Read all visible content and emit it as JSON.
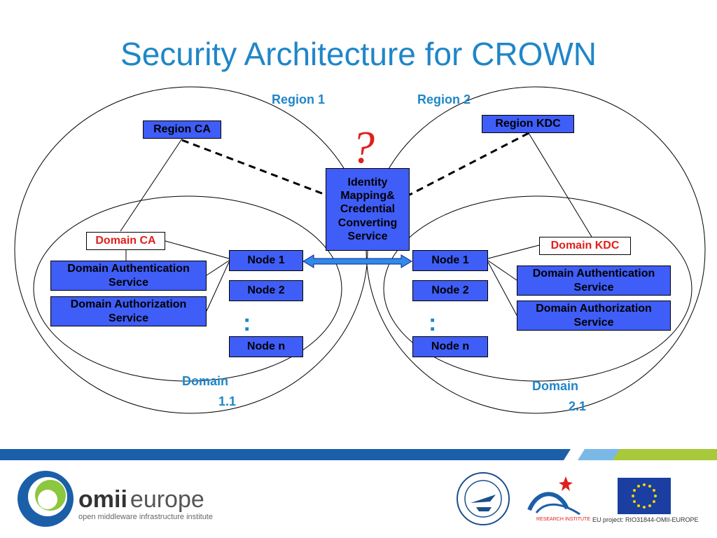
{
  "title": "Security Architecture for CROWN",
  "regions": {
    "region1": "Region 1",
    "region2": "Region 2"
  },
  "left": {
    "region_ca": "Region CA",
    "domain_ca": "Domain CA",
    "auth_service": "Domain Authentication Service",
    "authz_service": "Domain Authorization Service",
    "node1": "Node 1",
    "node2": "Node 2",
    "noden": "Node n",
    "domain_label_line1": "Domain",
    "domain_label_line2": "1.1"
  },
  "right": {
    "region_kdc": "Region KDC",
    "domain_kdc": "Domain KDC",
    "auth_service": "Domain Authentication Service",
    "authz_service": "Domain Authorization Service",
    "node1": "Node 1",
    "node2": "Node 2",
    "noden": "Node n",
    "domain_label_line1": "Domain",
    "domain_label_line2": "2.1"
  },
  "center": {
    "mapping_service": "Identity Mapping& Credential Converting Service",
    "question": "?"
  },
  "vdots": ":",
  "footer": {
    "omii_brand": "omii",
    "omii_brand2": "europe",
    "omii_tagline": "open middleware infrastructure institute",
    "research_institute": "RESEARCH INSTITUTE",
    "eu_project": "EU project: RIO31844-OMII-EUROPE"
  },
  "colors": {
    "accent": "#1f86c8",
    "box_fill": "#3f5df7",
    "red": "#e0201c"
  }
}
